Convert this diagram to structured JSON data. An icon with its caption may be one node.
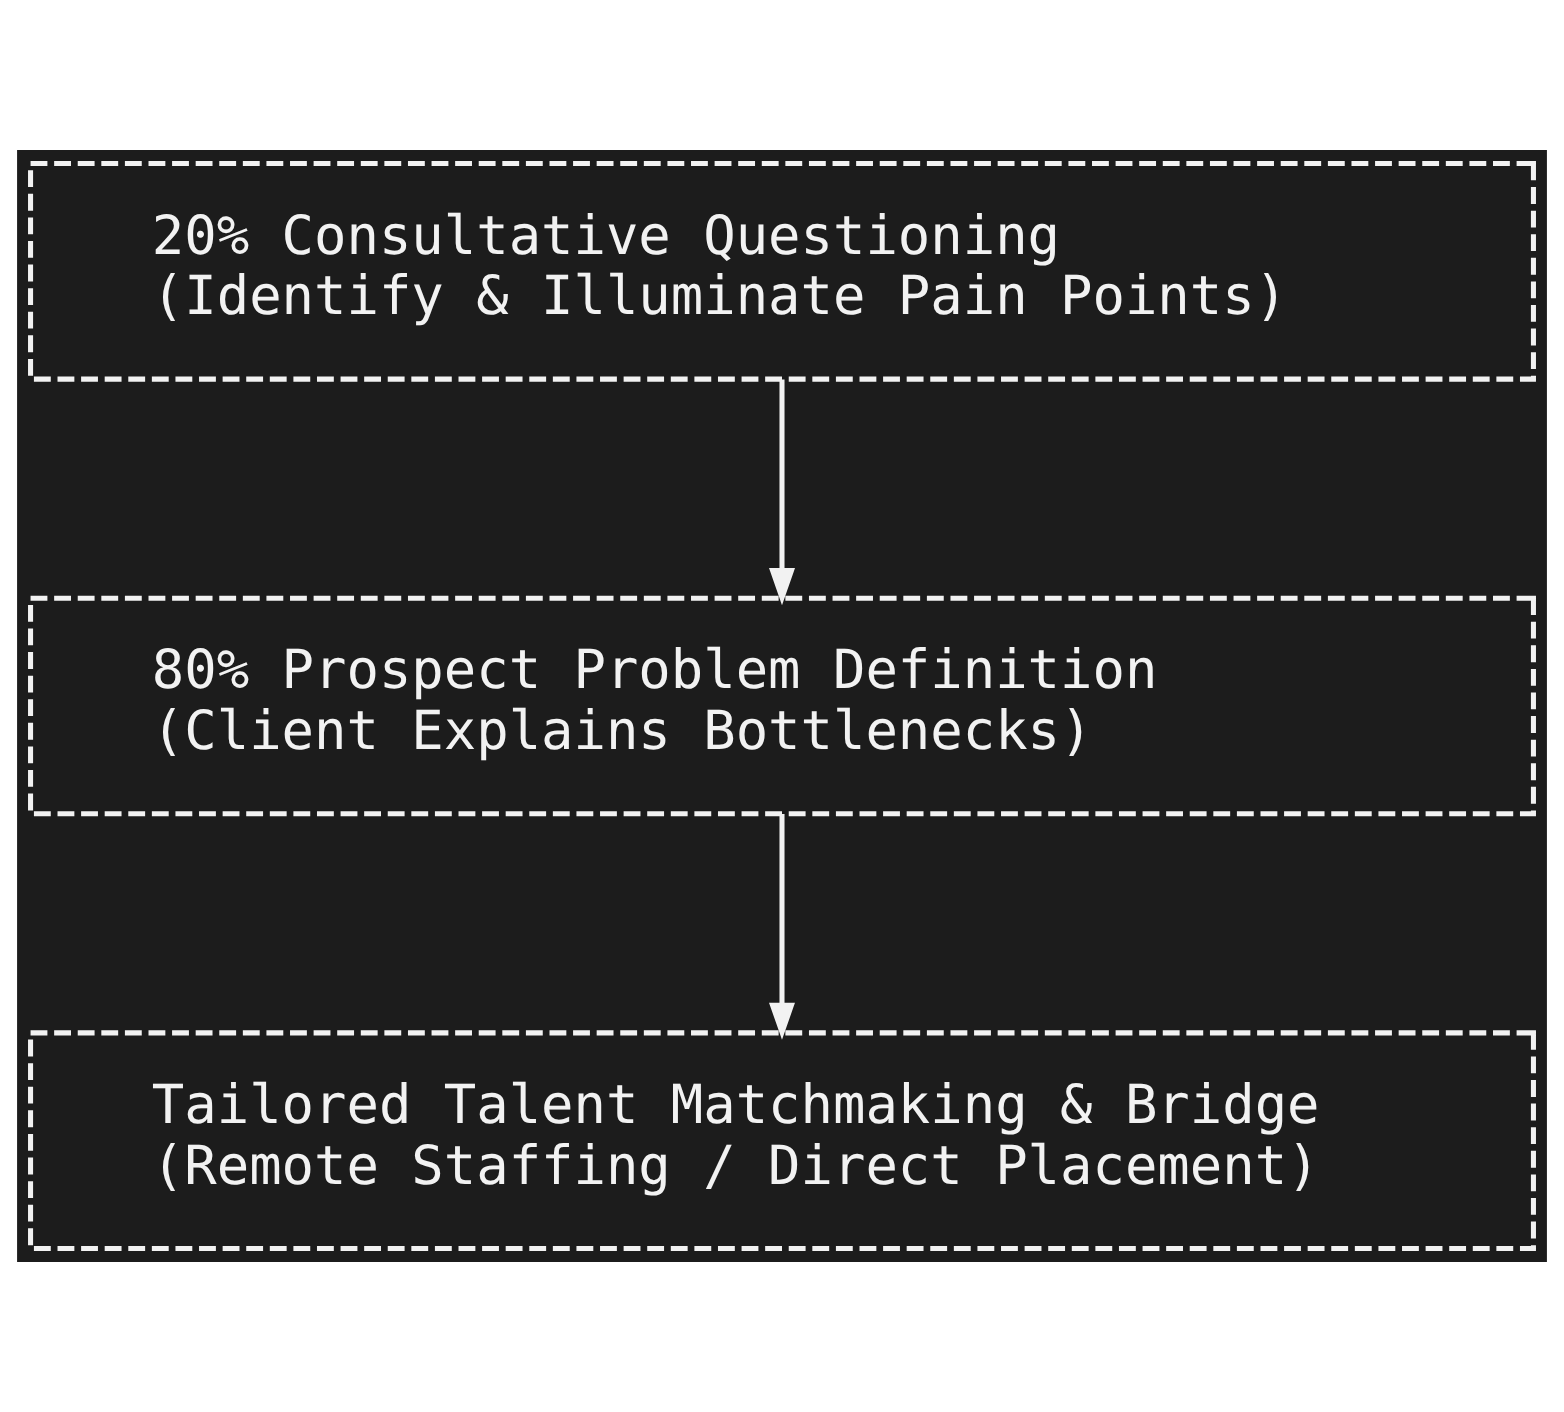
{
  "diagram": {
    "nodes": [
      {
        "text": [
          "20% Consultative Questioning",
          "(Identify & Illuminate Pain Points)"
        ]
      },
      {
        "text": [
          "80% Prospect Problem Definition",
          "(Client Explains Bottlenecks)"
        ]
      },
      {
        "text": [
          "Tailored Talent Matchmaking & Bridge",
          "(Remote Staffing / Direct Placement)"
        ]
      }
    ],
    "edges": [
      {
        "from": 0,
        "to": 1,
        "arrow": "to"
      },
      {
        "from": 1,
        "to": 2,
        "arrow": "to"
      }
    ]
  }
}
